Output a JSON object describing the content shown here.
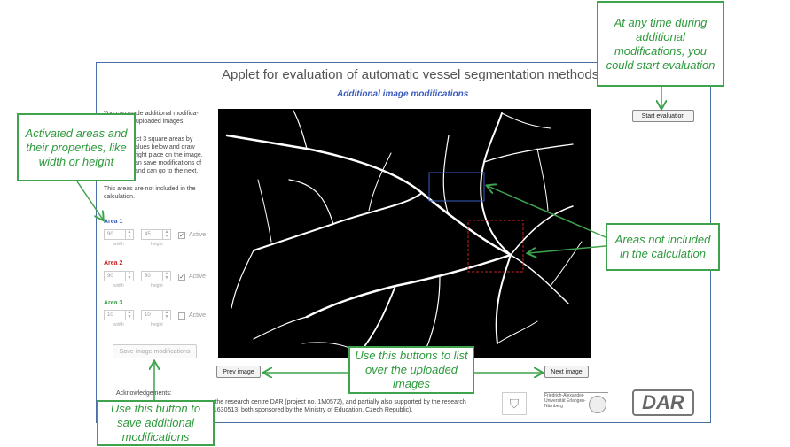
{
  "app": {
    "title": "Applet for evaluation of automatic vessel segmentation methods",
    "subtitle": "Additional image modifications"
  },
  "intro": {
    "line1": "You can made additional modifica-",
    "line2": "uploaded images.",
    "line3": "ect 3 square areas by",
    "line4": "alues below and draw",
    "line5": "right place on the image.",
    "line6": "an save modifications of",
    "line7": "and can go to the next.",
    "line8": "This areas are not included in the",
    "line9": "calculation."
  },
  "areas": [
    {
      "label": "Area 1",
      "color": "#3a5bbf",
      "width": "90",
      "height": "45",
      "checked": "✓",
      "active_label": "Active"
    },
    {
      "label": "Area 2",
      "color": "#cc2222",
      "width": "90",
      "height": "80",
      "checked": "✓",
      "active_label": "Active"
    },
    {
      "label": "Area 3",
      "color": "#3fa34d",
      "width": "10",
      "height": "10",
      "checked": "",
      "active_label": "Active"
    }
  ],
  "field_labels": {
    "width": "width",
    "height": "height"
  },
  "buttons": {
    "start": "Start evaluation",
    "save": "Save image modifications",
    "prev": "Prev image",
    "next": "Next image"
  },
  "ack": {
    "title": "Acknowledgements:",
    "line1": "y the research centre DAR (project no. 1M0572), and partially also supported by the research",
    "line2": "21630513, both sponsored by the Ministry of Education, Czech Republic)."
  },
  "logos": {
    "university": "Friedrich-Alexander-Universität Erlangen-Nürnberg",
    "dar": "DAR"
  },
  "callouts": {
    "start": "At any time during additional modifications, you could start evaluation",
    "areas_props": "Activated areas and their properties, like width or height",
    "areas_excluded": "Areas not included in the calculation",
    "list": "Use this buttons to list over the uploaded images",
    "save": "Use this button to save additional modifications"
  },
  "colors": {
    "callout": "#3fa34d",
    "frame": "#4a6fa5"
  }
}
